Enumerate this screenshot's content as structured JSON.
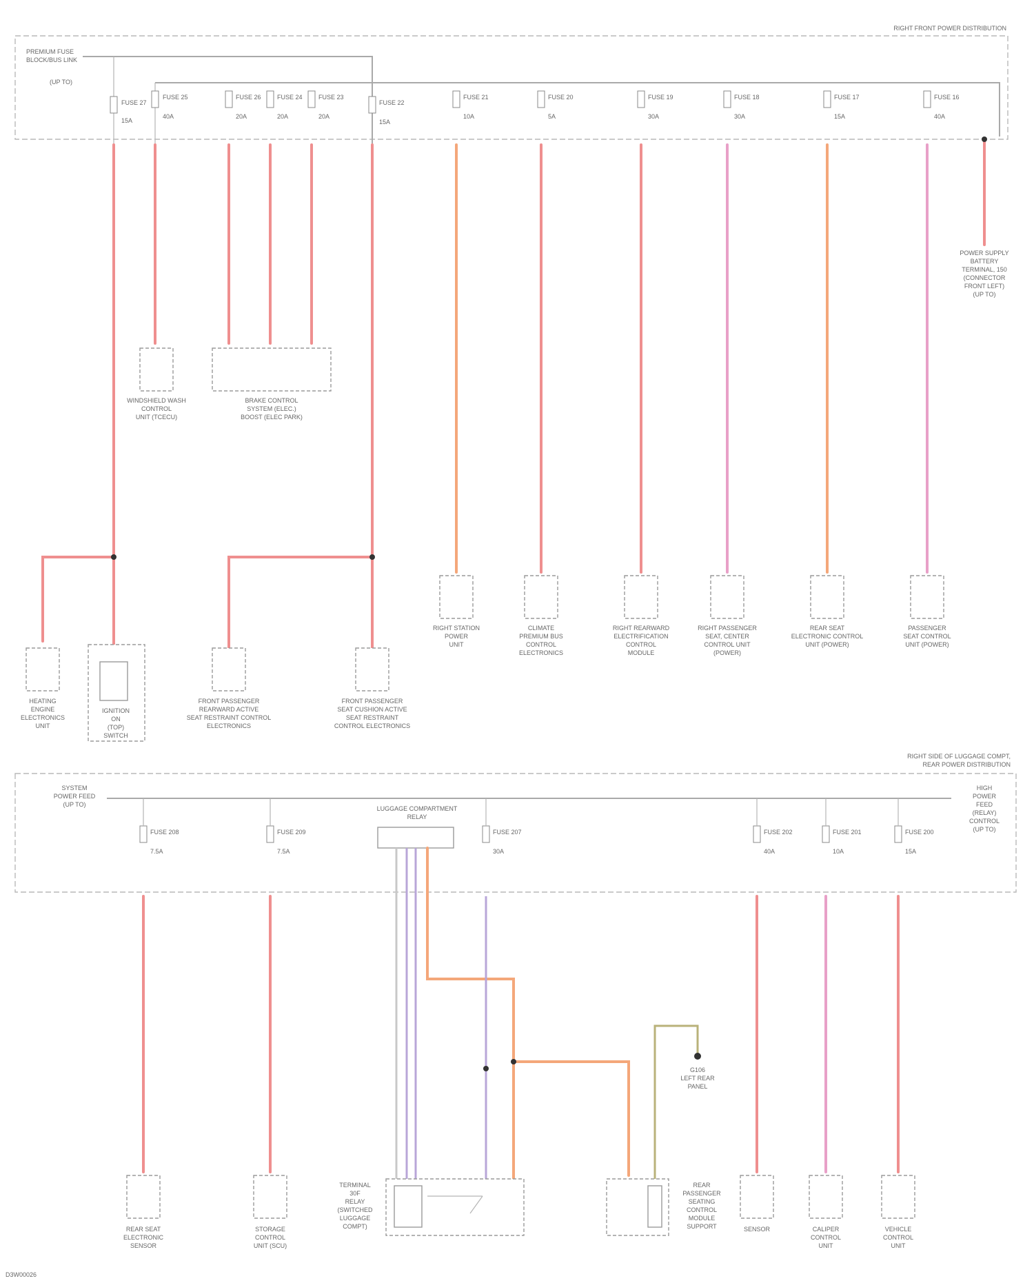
{
  "top_section": {
    "title": "RIGHT FRONT POWER DISTRIBUTION",
    "feed_label": [
      "PREMIUM FUSE",
      "BLOCK/BUS LINK",
      "(UP TO)"
    ],
    "fuses": [
      {
        "name": "FUSE 27",
        "rating": "15A"
      },
      {
        "name": "FUSE 25",
        "rating": "40A"
      },
      {
        "name": "FUSE 26",
        "rating": "20A"
      },
      {
        "name": "FUSE 24",
        "rating": "20A"
      },
      {
        "name": "FUSE 23",
        "rating": "20A"
      },
      {
        "name": "FUSE 22",
        "rating": "15A"
      },
      {
        "name": "FUSE 21",
        "rating": "10A"
      },
      {
        "name": "FUSE 20",
        "rating": "5A"
      },
      {
        "name": "FUSE 19",
        "rating": "30A"
      },
      {
        "name": "FUSE 18",
        "rating": "30A"
      },
      {
        "name": "FUSE 17",
        "rating": "15A"
      },
      {
        "name": "FUSE 16",
        "rating": "40A"
      }
    ],
    "right_connector": [
      "POWER SUPPLY",
      "BATTERY",
      "TERMINAL, 150",
      "(CONNECTOR",
      "FRONT LEFT)",
      "(UP TO)"
    ],
    "components": [
      {
        "label": [
          "WINDSHIELD WASH",
          "CONTROL",
          "UNIT (TCECU)"
        ]
      },
      {
        "label": [
          "BRAKE CONTROL",
          "SYSTEM (ELEC.)",
          "BOOST (ELEC PARK)"
        ]
      },
      {
        "label": [
          "RIGHT STATION",
          "POWER",
          "UNIT"
        ]
      },
      {
        "label": [
          "CLIMATE",
          "PREMIUM BUS",
          "CONTROL",
          "ELECTRONICS"
        ]
      },
      {
        "label": [
          "RIGHT REARWARD",
          "ELECTRIFICATION",
          "CONTROL",
          "MODULE"
        ]
      },
      {
        "label": [
          "RIGHT PASSENGER",
          "SEAT, CENTER",
          "CONTROL UNIT",
          "(POWER)"
        ]
      },
      {
        "label": [
          "REAR SEAT",
          "ELECTRONIC CONTROL",
          "UNIT (POWER)"
        ]
      },
      {
        "label": [
          "PASSENGER",
          "SEAT CONTROL",
          "UNIT (POWER)"
        ]
      },
      {
        "label": [
          "HEATING",
          "ENGINE",
          "ELECTRONICS",
          "UNIT"
        ]
      },
      {
        "label": [
          "IGNITION",
          "ON",
          "(TOP)",
          "SWITCH"
        ]
      },
      {
        "label": [
          "FRONT PASSENGER",
          "REARWARD ACTIVE",
          "SEAT RESTRAINT CONTROL",
          "ELECTRONICS"
        ]
      },
      {
        "label": [
          "FRONT PASSENGER",
          "SEAT CUSHION ACTIVE",
          "SEAT RESTRAINT",
          "CONTROL ELECTRONICS"
        ]
      }
    ]
  },
  "bottom_section": {
    "title": [
      "RIGHT SIDE OF LUGGAGE COMPT,",
      "REAR POWER DISTRIBUTION"
    ],
    "left_feed": [
      "SYSTEM",
      "POWER FEED",
      "(UP TO)"
    ],
    "right_feed": [
      "HIGH",
      "POWER",
      "FEED",
      "(RELAY)",
      "CONTROL",
      "(UP TO)"
    ],
    "relay_label": [
      "LUGGAGE COMPARTMENT",
      "RELAY"
    ],
    "fuses": [
      {
        "name": "FUSE 208",
        "rating": "7.5A"
      },
      {
        "name": "FUSE 209",
        "rating": "7.5A"
      },
      {
        "name": "FUSE 207",
        "rating": "30A"
      },
      {
        "name": "FUSE 202",
        "rating": "40A"
      },
      {
        "name": "FUSE 201",
        "rating": "10A"
      },
      {
        "name": "FUSE 200",
        "rating": "15A"
      }
    ],
    "ground_label": [
      "G106",
      "LEFT REAR",
      "PANEL"
    ],
    "components": [
      {
        "label": [
          "REAR SEAT",
          "ELECTRONIC",
          "SENSOR"
        ]
      },
      {
        "label": [
          "STORAGE",
          "CONTROL",
          "UNIT (SCU)"
        ]
      },
      {
        "label": [
          "TERMINAL",
          "30F",
          "RELAY",
          "(SWITCHED",
          "LUGGAGE",
          "COMPT)"
        ]
      },
      {
        "label": [
          "REAR",
          "PASSENGER",
          "SEATING",
          "CONTROL",
          "MODULE",
          "SUPPORT"
        ]
      },
      {
        "label": [
          "SENSOR"
        ]
      },
      {
        "label": [
          "CALIPER",
          "CONTROL",
          "UNIT"
        ]
      },
      {
        "label": [
          "VEHICLE",
          "CONTROL",
          "UNIT"
        ]
      }
    ]
  },
  "footer": "D3W00026"
}
